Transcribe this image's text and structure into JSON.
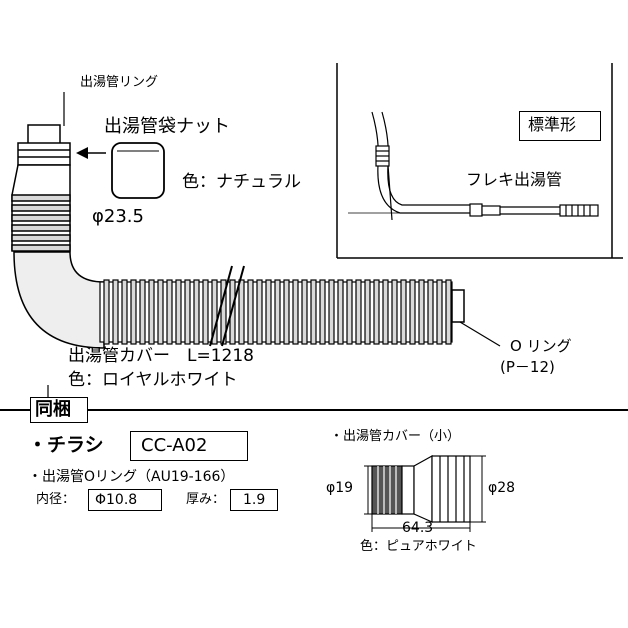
{
  "labels": {
    "ring_top": "出湯管リング",
    "bag_nut": "出湯管袋ナット",
    "color_natural": "色：ナチュラル",
    "diameter_nut": "φ23.5",
    "standard_badge": "標準形",
    "flex_pipe": "フレキ出湯管",
    "o_ring": "O リング",
    "o_ring_code": "(P－12)",
    "cover_length": "出湯管カバー　L=1218",
    "cover_color": "色：ロイヤルホワイト"
  },
  "bundle": {
    "heading": "同梱",
    "flyer_label": "・チラシ",
    "flyer_code": "CC-A02",
    "oring_line": "・出湯管Oリング（AU19-166）",
    "inner_label": "内径：",
    "inner_value": "Φ10.8",
    "thick_label": "厚み：",
    "thick_value": "1.9"
  },
  "small_cover": {
    "title": "・出湯管カバー（小）",
    "d_left": "φ19",
    "d_right": "φ28",
    "length": "64.3",
    "color": "色：ピュアホワイト"
  },
  "colors": {
    "line": "#000000",
    "background": "#ffffff",
    "rib_fill": "#d9d9d9",
    "pipe_fill": "#eeeeee"
  }
}
